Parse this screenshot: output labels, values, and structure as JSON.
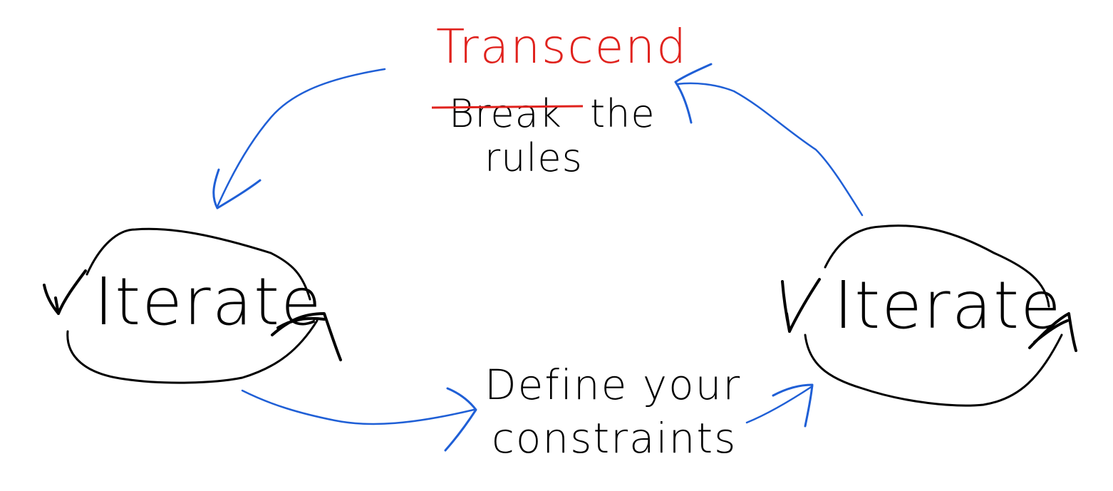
{
  "colors": {
    "ink": "#000000",
    "arrow": "#1f5fd6",
    "emphasis": "#e0221d"
  },
  "labels": {
    "transcend": "Transcend",
    "break": "Break",
    "the": "the",
    "rules": "rules",
    "iterate_left": "Iterate",
    "iterate_right": "Iterate",
    "define_line1": "Define your",
    "define_line2": "constraints"
  }
}
